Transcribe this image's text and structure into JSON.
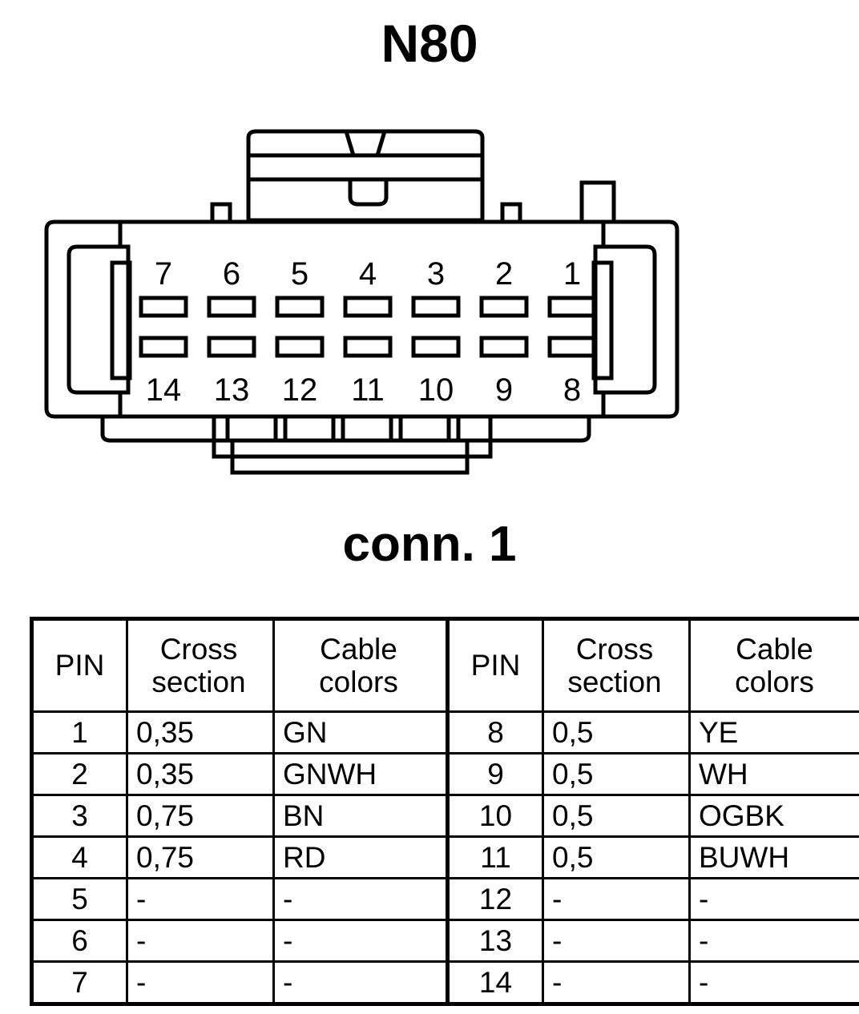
{
  "connector": {
    "title": "N80",
    "sub_label": "conn. 1",
    "top_row_pins": [
      "7",
      "6",
      "5",
      "4",
      "3",
      "2",
      "1"
    ],
    "bottom_row_pins": [
      "14",
      "13",
      "12",
      "11",
      "10",
      "9",
      "8"
    ],
    "cavity_count": 14,
    "line_color": "#000000",
    "body_fill": "#ffffff"
  },
  "table": {
    "headers": [
      "PIN",
      "Cross section",
      "Cable colors",
      "PIN",
      "Cross section",
      "Cable colors"
    ],
    "header_lines": {
      "pin": "PIN",
      "cross_1": "Cross",
      "cross_2": "section",
      "cable_1": "Cable",
      "cable_2": "colors"
    },
    "rows": [
      {
        "pin_l": "1",
        "cross_l": "0,35",
        "color_l": "GN",
        "pin_r": "8",
        "cross_r": "0,5",
        "color_r": "YE"
      },
      {
        "pin_l": "2",
        "cross_l": "0,35",
        "color_l": "GNWH",
        "pin_r": "9",
        "cross_r": "0,5",
        "color_r": "WH"
      },
      {
        "pin_l": "3",
        "cross_l": "0,75",
        "color_l": "BN",
        "pin_r": "10",
        "cross_r": "0,5",
        "color_r": "OGBK"
      },
      {
        "pin_l": "4",
        "cross_l": "0,75",
        "color_l": "RD",
        "pin_r": "11",
        "cross_r": "0,5",
        "color_r": "BUWH"
      },
      {
        "pin_l": "5",
        "cross_l": "-",
        "color_l": "-",
        "pin_r": "12",
        "cross_r": "-",
        "color_r": "-"
      },
      {
        "pin_l": "6",
        "cross_l": "-",
        "color_l": "-",
        "pin_r": "13",
        "cross_r": "-",
        "color_r": "-"
      },
      {
        "pin_l": "7",
        "cross_l": "-",
        "color_l": "-",
        "pin_r": "14",
        "cross_r": "-",
        "color_r": "-"
      }
    ]
  }
}
